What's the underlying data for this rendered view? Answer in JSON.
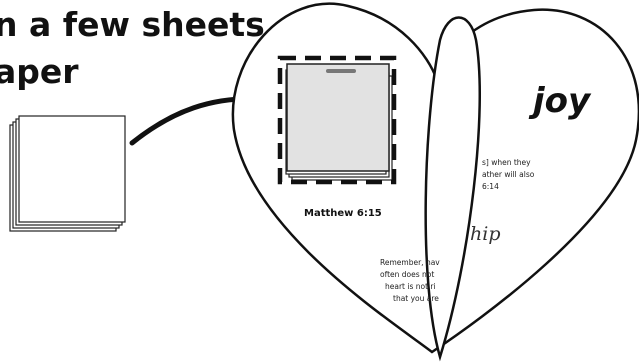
{
  "instruction": {
    "line1": "n a few sheets",
    "line2": "aper"
  },
  "left_page": {
    "verse_ref": "Matthew 6:15",
    "cut_text": [
      "Remember, hav",
      "often does not",
      "heart is not ri",
      "that you are"
    ]
  },
  "right_page": {
    "word": "joy",
    "cut_text": [
      "s] when they",
      "ather will also",
      "6:14"
    ],
    "script_word": "hip"
  }
}
